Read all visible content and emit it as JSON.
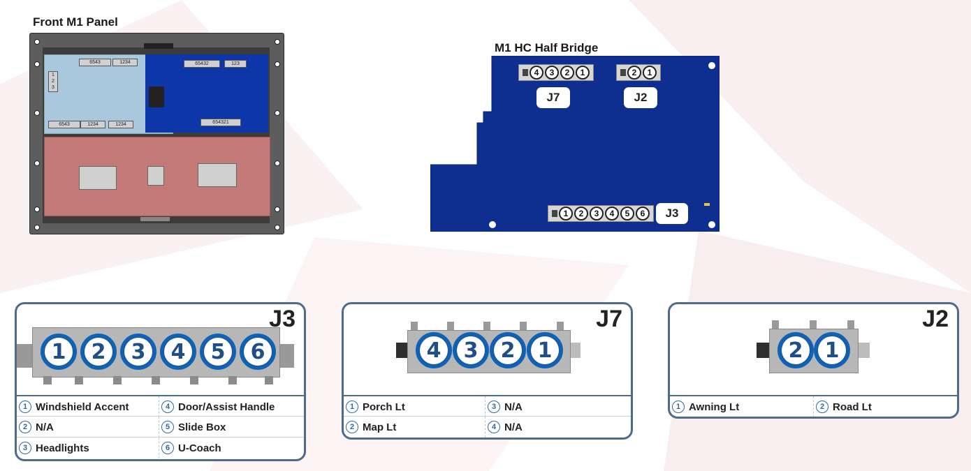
{
  "headings": {
    "front_panel": "Front M1 Panel",
    "half_bridge": "M1 HC Half Bridge"
  },
  "colors": {
    "accent": "#4e6a8c",
    "pin_blue": "#0d63b6",
    "board_blue": "#0e2f8f",
    "panel_red": "#c47b78",
    "panel_light": "#a9c8dd"
  },
  "board": {
    "j7": {
      "label": "J7",
      "pins": [
        "4",
        "3",
        "2",
        "1"
      ]
    },
    "j2": {
      "label": "J2",
      "pins": [
        "2",
        "1"
      ]
    },
    "j3": {
      "label": "J3",
      "pins": [
        "1",
        "2",
        "3",
        "4",
        "5",
        "6"
      ]
    }
  },
  "front_panel_connectors": {
    "top_left_a": [
      "6",
      "5",
      "4",
      "3"
    ],
    "top_left_b": [
      "1",
      "2",
      "3",
      "4"
    ],
    "side_stack": [
      "1",
      "2",
      "3"
    ],
    "bottom_left_a": [
      "6",
      "5",
      "4",
      "3"
    ],
    "bottom_left_b": [
      "1",
      "2",
      "3",
      "4"
    ],
    "bottom_left_c": [
      "1",
      "2",
      "3",
      "4"
    ],
    "blue_top_a": [
      "6",
      "5",
      "4",
      "3",
      "2"
    ],
    "blue_top_b": [
      "1",
      "2",
      "3"
    ],
    "blue_bottom": [
      "6",
      "5",
      "4",
      "3",
      "2",
      "1"
    ]
  },
  "cards": {
    "j3": {
      "title": "J3",
      "pins": [
        "1",
        "2",
        "3",
        "4",
        "5",
        "6"
      ],
      "rows": [
        {
          "left_num": "1",
          "left": "Windshield Accent",
          "right_num": "4",
          "right": "Door/Assist Handle"
        },
        {
          "left_num": "2",
          "left": "N/A",
          "right_num": "5",
          "right": "Slide Box"
        },
        {
          "left_num": "3",
          "left": "Headlights",
          "right_num": "6",
          "right": "U-Coach"
        }
      ]
    },
    "j7": {
      "title": "J7",
      "pins": [
        "4",
        "3",
        "2",
        "1"
      ],
      "rows": [
        {
          "left_num": "1",
          "left": "Porch Lt",
          "right_num": "3",
          "right": "N/A"
        },
        {
          "left_num": "2",
          "left": "Map Lt",
          "right_num": "4",
          "right": "N/A"
        }
      ]
    },
    "j2": {
      "title": "J2",
      "pins": [
        "2",
        "1"
      ],
      "rows": [
        {
          "left_num": "1",
          "left": "Awning Lt",
          "right_num": "2",
          "right": "Road Lt"
        }
      ]
    }
  }
}
